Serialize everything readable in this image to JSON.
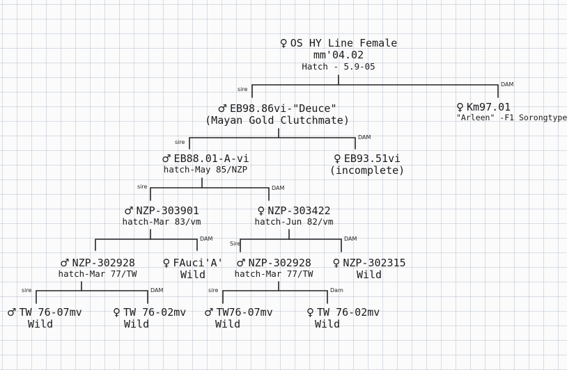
{
  "labels": {
    "sire": "sire",
    "dam": "DAM",
    "dam_alt": "Dam",
    "sire_alt": "Sire"
  },
  "symbols": {
    "male": "♂",
    "female": "♀"
  },
  "nodes": {
    "root": {
      "line1": "OS HY Line Female",
      "line2": "mm'04.02",
      "line3": "Hatch - 5.9-05"
    },
    "sire1": {
      "line1": "EB98.86vi-\"Deuce\"",
      "line2": "(Mayan Gold Clutchmate)"
    },
    "dam1": {
      "line1": "Km97.01",
      "line2": "\"Arleen\" -F1 Sorongtype"
    },
    "sire2": {
      "line1": "EB88.01-A-vi",
      "line2": "hatch-May 85/NZP"
    },
    "dam2": {
      "line1": "EB93.51vi",
      "line2": "(incomplete)"
    },
    "sire3": {
      "line1": "NZP-303901",
      "line2": "hatch-Mar 83/vm"
    },
    "dam3": {
      "line1": "NZP-303422",
      "line2": "hatch-Jun 82/vm"
    },
    "sire4a": {
      "line1": "NZP-302928",
      "line2": "hatch-Mar 77/TW"
    },
    "dam4a": {
      "line1": "FAuci'A'",
      "line2": "Wild"
    },
    "sire4b": {
      "line1": "NZP-302928",
      "line2": "hatch-Mar 77/TW"
    },
    "dam4b": {
      "line1": "NZP-302315",
      "line2": "Wild"
    },
    "sire5a": {
      "line1": "TW 76-07mv",
      "line2": "Wild"
    },
    "dam5a": {
      "line1": "TW 76-02mv",
      "line2": "Wild"
    },
    "sire5b": {
      "line1": "TW76-07mv",
      "line2": "Wild"
    },
    "dam5b": {
      "line1": "TW 76-02mv",
      "line2": "Wild"
    }
  }
}
